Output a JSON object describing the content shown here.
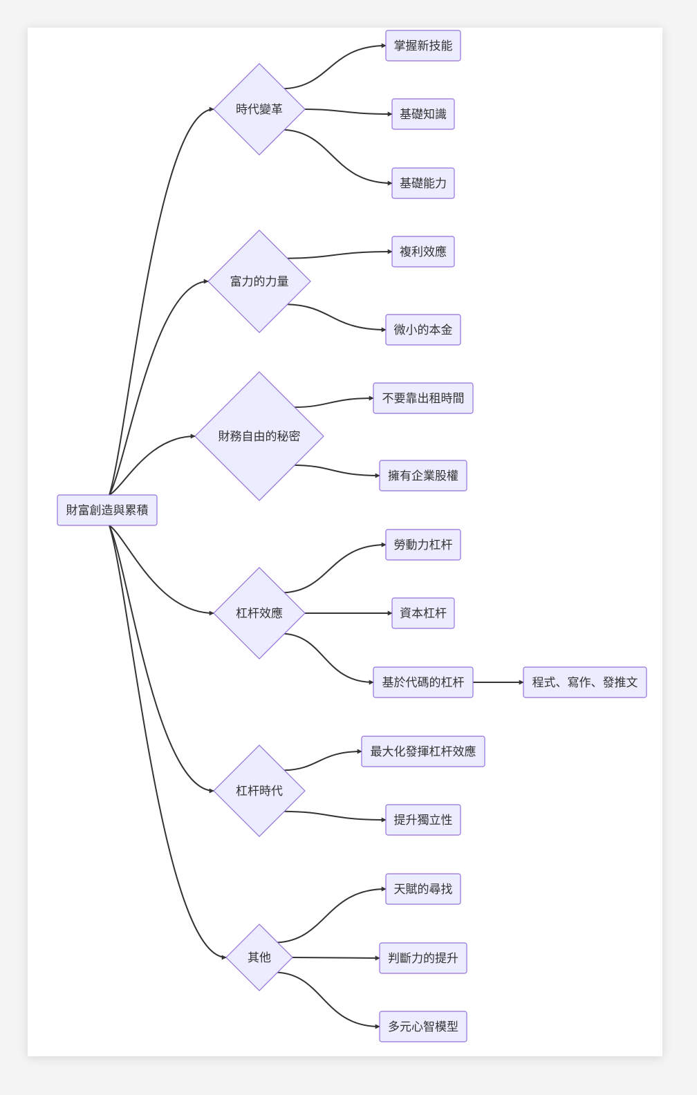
{
  "diagram": {
    "root": {
      "id": "root",
      "label": "財富創造與累積"
    },
    "branches": [
      {
        "id": "b1",
        "label": "時代變革",
        "children": [
          {
            "id": "c11",
            "label": "掌握新技能"
          },
          {
            "id": "c12",
            "label": "基礎知識"
          },
          {
            "id": "c13",
            "label": "基礎能力"
          }
        ]
      },
      {
        "id": "b2",
        "label": "富力的力量",
        "children": [
          {
            "id": "c21",
            "label": "複利效應"
          },
          {
            "id": "c22",
            "label": "微小的本金"
          }
        ]
      },
      {
        "id": "b3",
        "label": "財務自由的秘密",
        "children": [
          {
            "id": "c31",
            "label": "不要靠出租時間"
          },
          {
            "id": "c32",
            "label": "擁有企業股權"
          }
        ]
      },
      {
        "id": "b4",
        "label": "杠杆效應",
        "children": [
          {
            "id": "c41",
            "label": "勞動力杠杆"
          },
          {
            "id": "c42",
            "label": "資本杠杆"
          },
          {
            "id": "c43",
            "label": "基於代碼的杠杆",
            "children": [
              {
                "id": "c431",
                "label": "程式、寫作、發推文"
              }
            ]
          }
        ]
      },
      {
        "id": "b5",
        "label": "杠杆時代",
        "children": [
          {
            "id": "c51",
            "label": "最大化發揮杠杆效應"
          },
          {
            "id": "c52",
            "label": "提升獨立性"
          }
        ]
      },
      {
        "id": "b6",
        "label": "其他",
        "children": [
          {
            "id": "c61",
            "label": "天賦的尋找"
          },
          {
            "id": "c62",
            "label": "判斷力的提升"
          },
          {
            "id": "c63",
            "label": "多元心智模型"
          }
        ]
      }
    ],
    "colors": {
      "node_fill": "#ECECFF",
      "node_stroke": "#9370DB",
      "edge": "#333333",
      "text": "#333333"
    }
  }
}
